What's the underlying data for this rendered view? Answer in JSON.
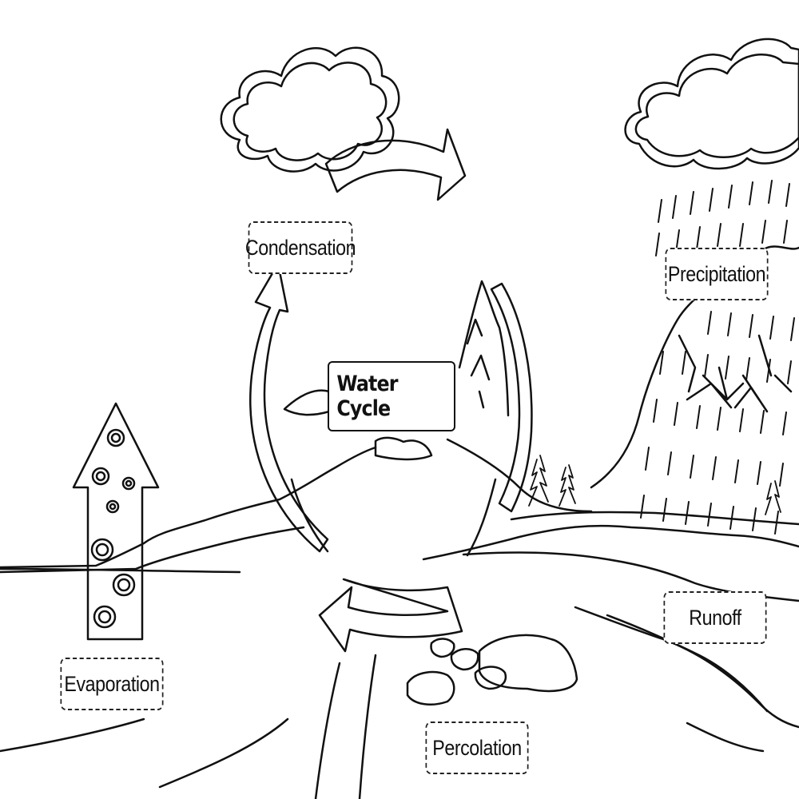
{
  "title": "Water Cycle",
  "labels": {
    "condensation": "Condensation",
    "precipitation": "Precipitation",
    "evaporation": "Evaporation",
    "runoff": "Runoff",
    "percolation": "Percolation"
  },
  "colors": {
    "ink": "#111111",
    "background": "#ffffff"
  },
  "icons": [
    "cloud-icon",
    "rain-icon",
    "mountain-icon",
    "evaporation-arrow-icon",
    "cycle-arrow-icon",
    "rock-icon",
    "tree-icon"
  ]
}
